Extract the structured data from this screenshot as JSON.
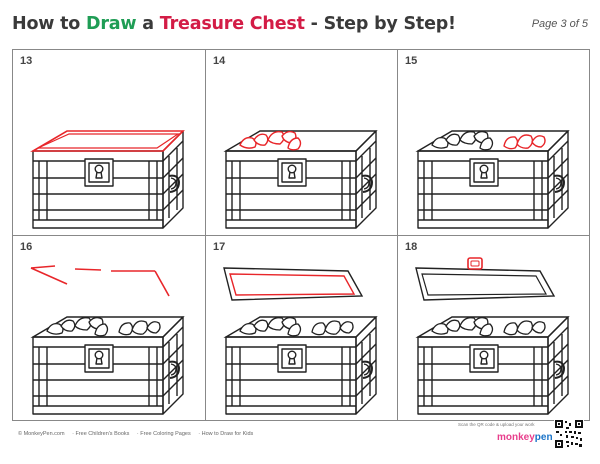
{
  "header": {
    "title_parts": [
      "How to",
      "Draw",
      "a",
      "Treasure Chest",
      "- Step by Step!"
    ],
    "page_label": "Page 3 of 5"
  },
  "steps": [
    {
      "number": "13"
    },
    {
      "number": "14"
    },
    {
      "number": "15"
    },
    {
      "number": "16"
    },
    {
      "number": "17"
    },
    {
      "number": "18"
    }
  ],
  "footer": {
    "links": [
      "© MonkeyPen.com",
      "· Free Children's Books",
      "· Free Coloring Pages",
      "· How to Draw for Kids"
    ],
    "scan_text": "Scan the QR code & upload your work",
    "logo_part1": "monkey",
    "logo_part2": "pen"
  },
  "colors": {
    "accent_green": "#1f9d55",
    "accent_red": "#d31c46",
    "highlight_stroke": "#e8262a"
  }
}
